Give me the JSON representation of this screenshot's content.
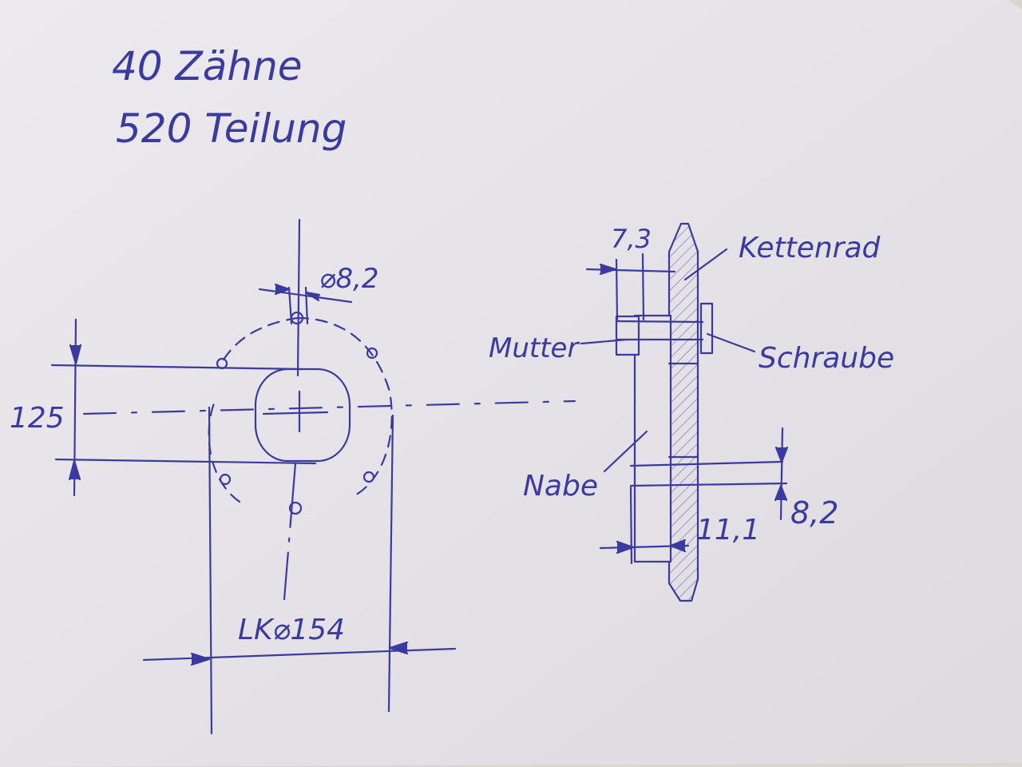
{
  "header": {
    "teeth": "40 Zähne",
    "pitch": "520 Teilung"
  },
  "front_view": {
    "bolt_hole_dia": "⌀8,2",
    "center_height": "125",
    "bolt_circle": "LK⌀154"
  },
  "side_view": {
    "width_label": "7,3",
    "sprocket_label": "Kettenrad",
    "screw_label": "Schraube",
    "nut_label": "Mutter",
    "hub_label": "Nabe",
    "bore_label": "8,2",
    "thickness_label": "11,1"
  },
  "colors": {
    "ink": "#3b3aa0",
    "paper": "#e8e6ea"
  }
}
